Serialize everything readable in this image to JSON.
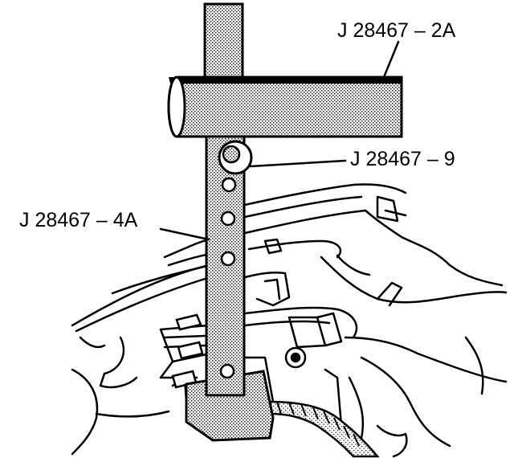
{
  "diagram": {
    "callouts": [
      {
        "id": "crossbar",
        "label": "J 28467 – 2A"
      },
      {
        "id": "pin",
        "label": "J 28467 – 9"
      },
      {
        "id": "bracket",
        "label": "J 28467 – 4A"
      }
    ],
    "colors": {
      "ink": "#000000",
      "paper": "#ffffff",
      "tool_shade": "#8a8a8a"
    }
  }
}
